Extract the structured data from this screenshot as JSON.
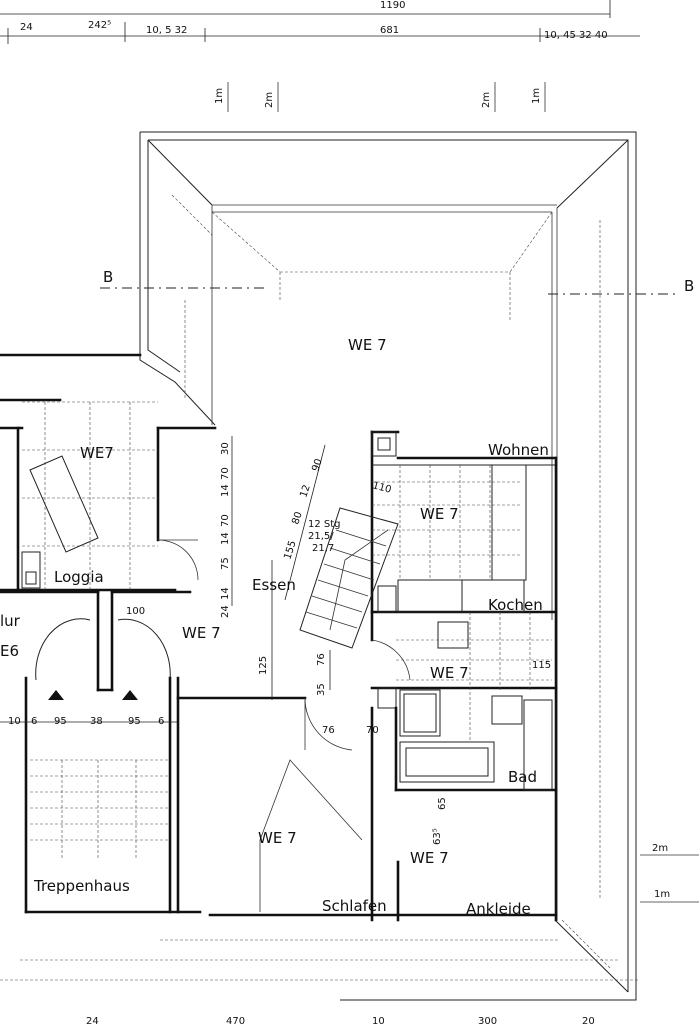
{
  "rooms": {
    "we7_main": "WE 7",
    "we7_loggia_unit": "WE7",
    "loggia": "Loggia",
    "flur": "lur",
    "we6": "E6",
    "we7_center": "WE 7",
    "essen": "Essen",
    "wohnen": "Wohnen",
    "we7_kitchen_unit": "WE 7",
    "kochen": "Kochen",
    "we7_bath_unit": "WE 7",
    "bad": "Bad",
    "treppenhaus": "Treppenhaus",
    "we7_bedroom_unit": "WE 7",
    "schlafen": "Schlafen",
    "we7_dressing_unit": "WE 7",
    "ankleide": "Ankleide"
  },
  "section_marks": {
    "left": "B",
    "right": "B"
  },
  "scale_marks": {
    "m1": "1m",
    "m2": "2m"
  },
  "stair_note": {
    "line1": "12 Stg",
    "line2": "21,5/",
    "line3": "21,7"
  },
  "dimensions": {
    "top_1190": "1190",
    "top_681": "681",
    "top_24": "24",
    "top_2425": "242⁵",
    "top_10_5_32": "10, 5 32",
    "top_10_45_32_40": "10, 45 32 40",
    "d_90": "90",
    "d_12": "12",
    "d_80": "80",
    "d_155": "155",
    "d_125": "125",
    "d_76a": "76",
    "d_35": "35",
    "d_76b": "76",
    "d_70a": "70",
    "d_110": "110",
    "d_115": "115",
    "d_100": "100",
    "d_30": "30",
    "d_14a": "14",
    "d_70b": "70",
    "d_14b": "14",
    "d_70c": "70",
    "d_14c": "14",
    "d_75": "75",
    "d_24a": "24",
    "d_10": "10",
    "d_6a": "6",
    "d_95a": "95",
    "d_38": "38",
    "d_95b": "95",
    "d_6b": "6",
    "d_65": "65",
    "d_63": "63⁵",
    "bottom_24": "24",
    "bottom_470": "470",
    "bottom_10": "10",
    "bottom_300": "300",
    "bottom_20": "20"
  }
}
